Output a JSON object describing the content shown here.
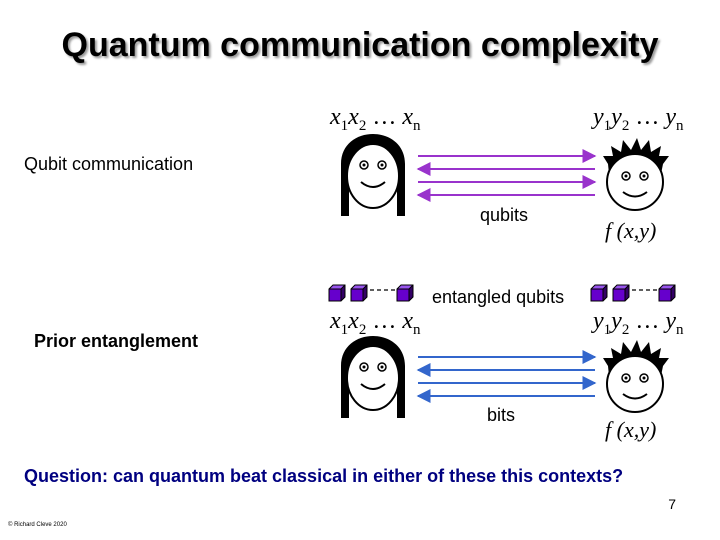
{
  "title": "Quantum communication complexity",
  "alice_input": {
    "a": "x",
    "sa": "1",
    "b": "x",
    "sb": "2",
    "dots": " … ",
    "n": "x",
    "sn": "n"
  },
  "bob_input": {
    "a": "y",
    "sa": "1",
    "b": "y",
    "sb": "2",
    "dots": " … ",
    "n": "y",
    "sn": "n"
  },
  "section1": {
    "label": "Qubit communication",
    "channel_label": "qubits",
    "output": "f (x,y)"
  },
  "section2": {
    "label": "Prior entanglement",
    "entangled_label": "entangled qubits",
    "channel_label": "bits",
    "output": "f (x,y)"
  },
  "question": "Question: can quantum beat classical in either of these this contexts?",
  "page_number": "7",
  "credit": "© Richard Cleve 2020",
  "colors": {
    "qubit_arrow": "#9933cc",
    "bit_arrow": "#3366cc",
    "question": "#000080",
    "cube": "#6600cc"
  }
}
